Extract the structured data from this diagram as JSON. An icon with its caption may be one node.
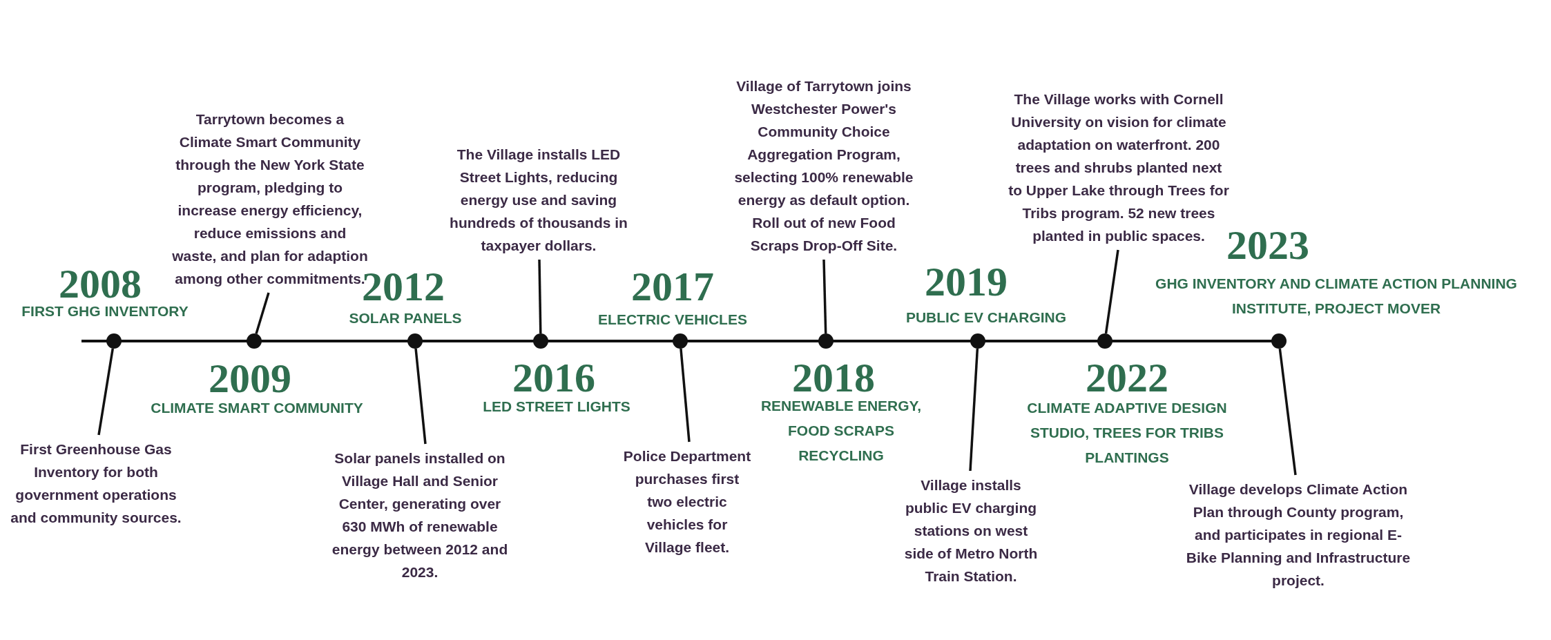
{
  "diagram": {
    "nodes": [
      {
        "text": [],
        "shape": "circle",
        "beside": [
          "2008",
          "FIRST GHG INVENTORY"
        ]
      },
      {
        "text": [],
        "shape": "circle",
        "beside": [
          "2009",
          "CLIMATE SMART COMMUNITY"
        ]
      },
      {
        "text": [],
        "shape": "circle",
        "beside": [
          "2012",
          "SOLAR PANELS"
        ]
      },
      {
        "text": [],
        "shape": "circle",
        "beside": [
          "2016",
          "LED STREET LIGHTS"
        ]
      },
      {
        "text": [],
        "shape": "circle",
        "beside": [
          "2017",
          "ELECTRIC VEHICLES"
        ]
      },
      {
        "text": [],
        "shape": "circle",
        "beside": [
          "2018",
          "RENEWABLE ENERGY, FOOD SCRAPS RECYCLING"
        ]
      },
      {
        "text": [],
        "shape": "circle",
        "beside": [
          "2019",
          "PUBLIC EV CHARGING"
        ]
      },
      {
        "text": [],
        "shape": "circle",
        "beside": [
          "2022",
          "CLIMATE ADAPTIVE DESIGN STUDIO, TREES FOR TRIBS PLANTINGS"
        ]
      },
      {
        "text": [],
        "shape": "circle",
        "beside": [
          "2023",
          "GHG INVENTORY AND CLIMATE ACTION PLANNING INSTITUTE, PROJECT MOVER"
        ]
      },
      {
        "text": [
          "First Greenhouse Gas Inventory for both government operations and community sources."
        ]
      },
      {
        "text": [
          "Tarrytown becomes a Climate Smart Community through the New York State program, pledging to increase energy efficiency, reduce emissions and waste, and plan for adaption among other commitments."
        ]
      },
      {
        "text": [
          "Solar panels installed on Village Hall and Senior Center, generating over 630 MWh of renewable energy between 2012 and 2023."
        ]
      },
      {
        "text": [
          "The Village installs LED Street Lights, reducing energy use and saving hundreds of thousands in taxpayer dollars."
        ]
      },
      {
        "text": [
          "Police Department purchases first two electric vehicles for Village fleet."
        ]
      },
      {
        "text": [
          "Village of Tarrytown joins Westchester Power's Community Choice Aggregation Program, selecting 100% renewable energy as default option. Roll out of new Food Scraps Drop-Off Site."
        ]
      },
      {
        "text": [
          "Village installs public EV charging stations on west side of Metro North Train Station."
        ]
      },
      {
        "text": [
          "The Village works with Cornell University on vision for climate adaptation on waterfront. 200 trees and shrubs planted next to Upper Lake through Trees for Tribs program. 52 new trees planted in public spaces."
        ]
      },
      {
        "text": [
          "Village develops Climate Action Plan through County program, and participates in regional E-Bike Planning and Infrastructure project."
        ]
      }
    ],
    "edges": [
      {
        "from": 9,
        "to": 0,
        "arrow": "none"
      },
      {
        "from": 10,
        "to": 1,
        "arrow": "none"
      },
      {
        "from": 11,
        "to": 2,
        "arrow": "none"
      },
      {
        "from": 12,
        "to": 3,
        "arrow": "none"
      },
      {
        "from": 13,
        "to": 4,
        "arrow": "none"
      },
      {
        "from": 14,
        "to": 5,
        "arrow": "none"
      },
      {
        "from": 15,
        "to": 6,
        "arrow": "none"
      },
      {
        "from": 16,
        "to": 7,
        "arrow": "none"
      },
      {
        "from": 17,
        "to": 8,
        "arrow": "none"
      }
    ]
  }
}
